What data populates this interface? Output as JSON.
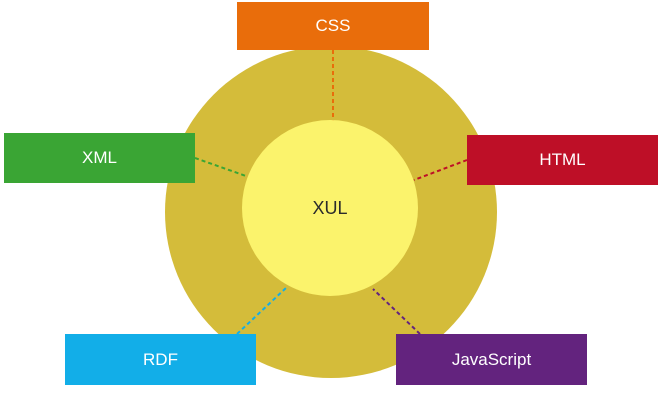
{
  "center": {
    "label": "XUL",
    "core_color": "#fbf36c",
    "ring_color": "#d4bc3a"
  },
  "technologies": [
    {
      "id": "css",
      "label": "CSS",
      "color": "#e96d0b"
    },
    {
      "id": "xml",
      "label": "XML",
      "color": "#3aa534"
    },
    {
      "id": "html",
      "label": "HTML",
      "color": "#be0f27"
    },
    {
      "id": "rdf",
      "label": "RDF",
      "color": "#12aee8"
    },
    {
      "id": "javascript",
      "label": "JavaScript",
      "color": "#63237e"
    }
  ]
}
